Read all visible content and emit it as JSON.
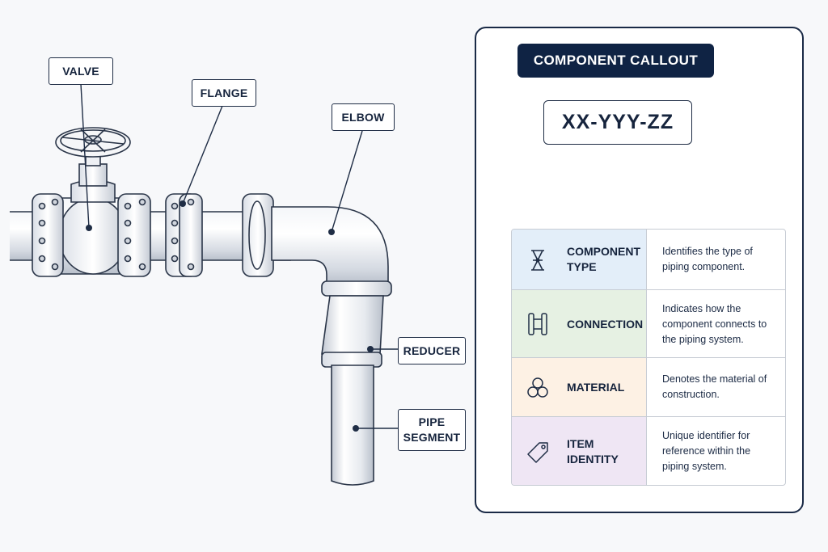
{
  "labels": {
    "valve": "VALVE",
    "flange": "FLANGE",
    "elbow": "ELBOW",
    "reducer": "REDUCER",
    "pipe_segment_line1": "PIPE",
    "pipe_segment_line2": "SEGMENT"
  },
  "callout": {
    "title": "COMPONENT CALLOUT",
    "code": "XX-YYY-ZZ"
  },
  "rows": [
    {
      "label1": "COMPONENT",
      "label2": "TYPE",
      "desc": [
        "Identifies the type of",
        "piping component."
      ],
      "color": "#e3eef9",
      "line": "#3b6fb8",
      "icon": "hourglass-valve-icon"
    },
    {
      "label1": "CONNECTION",
      "label2": "",
      "desc": [
        "Indicates how the",
        "component connects to",
        "the piping system."
      ],
      "color": "#e6f1e3",
      "line": "#5f9c52",
      "icon": "flange-connection-icon"
    },
    {
      "label1": "MATERIAL",
      "label2": "",
      "desc": [
        "Denotes the material of",
        "construction."
      ],
      "color": "#fdf1e4",
      "line": "#ee9a45",
      "icon": "pipe-bundle-icon"
    },
    {
      "label1": "ITEM",
      "label2": "IDENTITY",
      "desc": [
        "Unique identifier for",
        "reference within the",
        "piping system."
      ],
      "color": "#efe6f4",
      "line": "#7a58a6",
      "icon": "tag-icon"
    }
  ]
}
